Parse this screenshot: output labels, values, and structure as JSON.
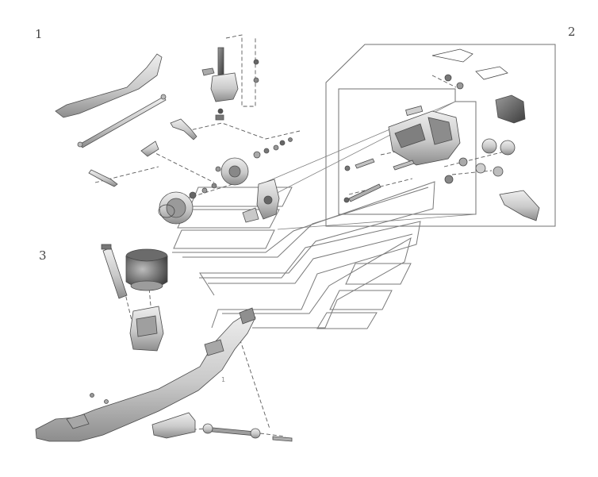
{
  "diagram": {
    "callouts": [
      {
        "id": "group-1",
        "label": "1"
      },
      {
        "id": "group-2",
        "label": "2"
      },
      {
        "id": "group-3",
        "label": "3"
      }
    ],
    "axle_marker": "1",
    "colors": {
      "line": "#6a6a6a",
      "part_light": "#dcdcdc",
      "part_mid": "#b9b9b9",
      "part_dark": "#7a7a7a",
      "part_black": "#3a3a3a"
    }
  }
}
